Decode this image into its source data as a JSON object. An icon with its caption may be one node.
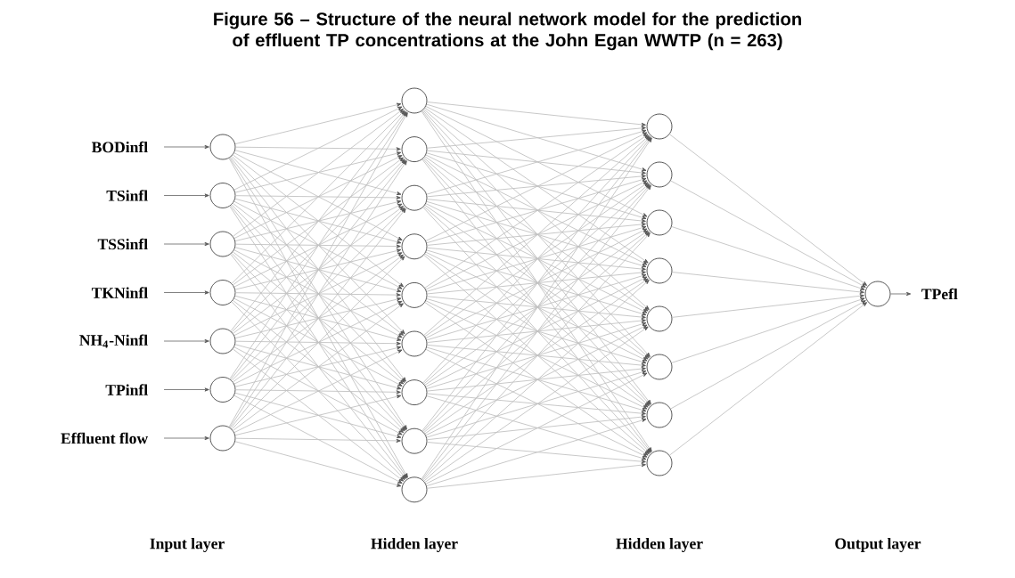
{
  "diagram": {
    "title": "Figure 56 – Structure of the neural network model for the prediction of effluent TP concentrations at the John Egan WWTP (n = 263)",
    "nodes": [
      {
        "text": [
          "BODinfl"
        ]
      },
      {
        "text": [
          "TSinfl"
        ]
      },
      {
        "text": [
          "TSSinfl"
        ]
      },
      {
        "text": [
          "TKNinfl"
        ]
      },
      {
        "text": [
          "NH$_{4}$-Ninfl"
        ]
      },
      {
        "text": [
          "TPinfl"
        ]
      },
      {
        "text": [
          "Effluent flow"
        ]
      },
      {
        "text": [],
        "shape": "circle"
      },
      {
        "text": [],
        "shape": "circle"
      },
      {
        "text": [],
        "shape": "circle"
      },
      {
        "text": [],
        "shape": "circle"
      },
      {
        "text": [],
        "shape": "circle"
      },
      {
        "text": [],
        "shape": "circle"
      },
      {
        "text": [],
        "shape": "circle"
      },
      {
        "text": [],
        "shape": "circle"
      },
      {
        "text": [],
        "shape": "circle"
      },
      {
        "text": [],
        "shape": "circle"
      },
      {
        "text": [],
        "shape": "circle"
      },
      {
        "text": [],
        "shape": "circle"
      },
      {
        "text": [],
        "shape": "circle"
      },
      {
        "text": [],
        "shape": "circle"
      },
      {
        "text": [],
        "shape": "circle"
      },
      {
        "text": [],
        "shape": "circle"
      },
      {
        "text": [],
        "shape": "circle"
      },
      {
        "text": [],
        "shape": "circle"
      },
      {
        "text": [],
        "shape": "circle"
      },
      {
        "text": [],
        "shape": "circle"
      },
      {
        "text": [],
        "shape": "circle"
      },
      {
        "text": [],
        "shape": "circle"
      },
      {
        "text": [],
        "shape": "circle"
      },
      {
        "text": [],
        "shape": "circle"
      },
      {
        "text": [],
        "shape": "circle"
      },
      {
        "text": [
          "TPefl"
        ]
      }
    ],
    "edges": [
      {
        "from": 0,
        "to": 7,
        "arrow": "to",
        "color": "#707070"
      },
      {
        "from": 1,
        "to": 8,
        "arrow": "to",
        "color": "#707070"
      },
      {
        "from": 2,
        "to": 9,
        "arrow": "to",
        "color": "#707070"
      },
      {
        "from": 3,
        "to": 10,
        "arrow": "to",
        "color": "#707070"
      },
      {
        "from": 4,
        "to": 11,
        "arrow": "to",
        "color": "#707070"
      },
      {
        "from": 5,
        "to": 12,
        "arrow": "to",
        "color": "#707070"
      },
      {
        "from": 6,
        "to": 13,
        "arrow": "to",
        "color": "#707070"
      },
      {
        "from": 7,
        "to": 14,
        "arrow": "to"
      },
      {
        "from": 7,
        "to": 15,
        "arrow": "to"
      },
      {
        "from": 7,
        "to": 16,
        "arrow": "to"
      },
      {
        "from": 7,
        "to": 17,
        "arrow": "to"
      },
      {
        "from": 7,
        "to": 18,
        "arrow": "to"
      },
      {
        "from": 7,
        "to": 19,
        "arrow": "to"
      },
      {
        "from": 7,
        "to": 20,
        "arrow": "to"
      },
      {
        "from": 7,
        "to": 21,
        "arrow": "to"
      },
      {
        "from": 7,
        "to": 22,
        "arrow": "to"
      },
      {
        "from": 8,
        "to": 14,
        "arrow": "to"
      },
      {
        "from": 8,
        "to": 15,
        "arrow": "to"
      },
      {
        "from": 8,
        "to": 16,
        "arrow": "to"
      },
      {
        "from": 8,
        "to": 17,
        "arrow": "to"
      },
      {
        "from": 8,
        "to": 18,
        "arrow": "to"
      },
      {
        "from": 8,
        "to": 19,
        "arrow": "to"
      },
      {
        "from": 8,
        "to": 20,
        "arrow": "to"
      },
      {
        "from": 8,
        "to": 21,
        "arrow": "to"
      },
      {
        "from": 8,
        "to": 22,
        "arrow": "to"
      },
      {
        "from": 9,
        "to": 14,
        "arrow": "to"
      },
      {
        "from": 9,
        "to": 15,
        "arrow": "to"
      },
      {
        "from": 9,
        "to": 16,
        "arrow": "to"
      },
      {
        "from": 9,
        "to": 17,
        "arrow": "to"
      },
      {
        "from": 9,
        "to": 18,
        "arrow": "to"
      },
      {
        "from": 9,
        "to": 19,
        "arrow": "to"
      },
      {
        "from": 9,
        "to": 20,
        "arrow": "to"
      },
      {
        "from": 9,
        "to": 21,
        "arrow": "to"
      },
      {
        "from": 9,
        "to": 22,
        "arrow": "to"
      },
      {
        "from": 10,
        "to": 14,
        "arrow": "to"
      },
      {
        "from": 10,
        "to": 15,
        "arrow": "to"
      },
      {
        "from": 10,
        "to": 16,
        "arrow": "to"
      },
      {
        "from": 10,
        "to": 17,
        "arrow": "to"
      },
      {
        "from": 10,
        "to": 18,
        "arrow": "to"
      },
      {
        "from": 10,
        "to": 19,
        "arrow": "to"
      },
      {
        "from": 10,
        "to": 20,
        "arrow": "to"
      },
      {
        "from": 10,
        "to": 21,
        "arrow": "to"
      },
      {
        "from": 10,
        "to": 22,
        "arrow": "to"
      },
      {
        "from": 11,
        "to": 14,
        "arrow": "to"
      },
      {
        "from": 11,
        "to": 15,
        "arrow": "to"
      },
      {
        "from": 11,
        "to": 16,
        "arrow": "to"
      },
      {
        "from": 11,
        "to": 17,
        "arrow": "to"
      },
      {
        "from": 11,
        "to": 18,
        "arrow": "to"
      },
      {
        "from": 11,
        "to": 19,
        "arrow": "to"
      },
      {
        "from": 11,
        "to": 20,
        "arrow": "to"
      },
      {
        "from": 11,
        "to": 21,
        "arrow": "to"
      },
      {
        "from": 11,
        "to": 22,
        "arrow": "to"
      },
      {
        "from": 12,
        "to": 14,
        "arrow": "to"
      },
      {
        "from": 12,
        "to": 15,
        "arrow": "to"
      },
      {
        "from": 12,
        "to": 16,
        "arrow": "to"
      },
      {
        "from": 12,
        "to": 17,
        "arrow": "to"
      },
      {
        "from": 12,
        "to": 18,
        "arrow": "to"
      },
      {
        "from": 12,
        "to": 19,
        "arrow": "to"
      },
      {
        "from": 12,
        "to": 20,
        "arrow": "to"
      },
      {
        "from": 12,
        "to": 21,
        "arrow": "to"
      },
      {
        "from": 12,
        "to": 22,
        "arrow": "to"
      },
      {
        "from": 13,
        "to": 14,
        "arrow": "to"
      },
      {
        "from": 13,
        "to": 15,
        "arrow": "to"
      },
      {
        "from": 13,
        "to": 16,
        "arrow": "to"
      },
      {
        "from": 13,
        "to": 17,
        "arrow": "to"
      },
      {
        "from": 13,
        "to": 18,
        "arrow": "to"
      },
      {
        "from": 13,
        "to": 19,
        "arrow": "to"
      },
      {
        "from": 13,
        "to": 20,
        "arrow": "to"
      },
      {
        "from": 13,
        "to": 21,
        "arrow": "to"
      },
      {
        "from": 13,
        "to": 22,
        "arrow": "to"
      },
      {
        "from": 14,
        "to": 23,
        "arrow": "to"
      },
      {
        "from": 14,
        "to": 24,
        "arrow": "to"
      },
      {
        "from": 14,
        "to": 25,
        "arrow": "to"
      },
      {
        "from": 14,
        "to": 26,
        "arrow": "to"
      },
      {
        "from": 14,
        "to": 27,
        "arrow": "to"
      },
      {
        "from": 14,
        "to": 28,
        "arrow": "to"
      },
      {
        "from": 14,
        "to": 29,
        "arrow": "to"
      },
      {
        "from": 14,
        "to": 30,
        "arrow": "to"
      },
      {
        "from": 15,
        "to": 23,
        "arrow": "to"
      },
      {
        "from": 15,
        "to": 24,
        "arrow": "to"
      },
      {
        "from": 15,
        "to": 25,
        "arrow": "to"
      },
      {
        "from": 15,
        "to": 26,
        "arrow": "to"
      },
      {
        "from": 15,
        "to": 27,
        "arrow": "to"
      },
      {
        "from": 15,
        "to": 28,
        "arrow": "to"
      },
      {
        "from": 15,
        "to": 29,
        "arrow": "to"
      },
      {
        "from": 15,
        "to": 30,
        "arrow": "to"
      },
      {
        "from": 16,
        "to": 23,
        "arrow": "to"
      },
      {
        "from": 16,
        "to": 24,
        "arrow": "to"
      },
      {
        "from": 16,
        "to": 25,
        "arrow": "to"
      },
      {
        "from": 16,
        "to": 26,
        "arrow": "to"
      },
      {
        "from": 16,
        "to": 27,
        "arrow": "to"
      },
      {
        "from": 16,
        "to": 28,
        "arrow": "to"
      },
      {
        "from": 16,
        "to": 29,
        "arrow": "to"
      },
      {
        "from": 16,
        "to": 30,
        "arrow": "to"
      },
      {
        "from": 17,
        "to": 23,
        "arrow": "to"
      },
      {
        "from": 17,
        "to": 24,
        "arrow": "to"
      },
      {
        "from": 17,
        "to": 25,
        "arrow": "to"
      },
      {
        "from": 17,
        "to": 26,
        "arrow": "to"
      },
      {
        "from": 17,
        "to": 27,
        "arrow": "to"
      },
      {
        "from": 17,
        "to": 28,
        "arrow": "to"
      },
      {
        "from": 17,
        "to": 29,
        "arrow": "to"
      },
      {
        "from": 17,
        "to": 30,
        "arrow": "to"
      },
      {
        "from": 18,
        "to": 23,
        "arrow": "to"
      },
      {
        "from": 18,
        "to": 24,
        "arrow": "to"
      },
      {
        "from": 18,
        "to": 25,
        "arrow": "to"
      },
      {
        "from": 18,
        "to": 26,
        "arrow": "to"
      },
      {
        "from": 18,
        "to": 27,
        "arrow": "to"
      },
      {
        "from": 18,
        "to": 28,
        "arrow": "to"
      },
      {
        "from": 18,
        "to": 29,
        "arrow": "to"
      },
      {
        "from": 18,
        "to": 30,
        "arrow": "to"
      },
      {
        "from": 19,
        "to": 23,
        "arrow": "to"
      },
      {
        "from": 19,
        "to": 24,
        "arrow": "to"
      },
      {
        "from": 19,
        "to": 25,
        "arrow": "to"
      },
      {
        "from": 19,
        "to": 26,
        "arrow": "to"
      },
      {
        "from": 19,
        "to": 27,
        "arrow": "to"
      },
      {
        "from": 19,
        "to": 28,
        "arrow": "to"
      },
      {
        "from": 19,
        "to": 29,
        "arrow": "to"
      },
      {
        "from": 19,
        "to": 30,
        "arrow": "to"
      },
      {
        "from": 20,
        "to": 23,
        "arrow": "to"
      },
      {
        "from": 20,
        "to": 24,
        "arrow": "to"
      },
      {
        "from": 20,
        "to": 25,
        "arrow": "to"
      },
      {
        "from": 20,
        "to": 26,
        "arrow": "to"
      },
      {
        "from": 20,
        "to": 27,
        "arrow": "to"
      },
      {
        "from": 20,
        "to": 28,
        "arrow": "to"
      },
      {
        "from": 20,
        "to": 29,
        "arrow": "to"
      },
      {
        "from": 20,
        "to": 30,
        "arrow": "to"
      },
      {
        "from": 21,
        "to": 23,
        "arrow": "to"
      },
      {
        "from": 21,
        "to": 24,
        "arrow": "to"
      },
      {
        "from": 21,
        "to": 25,
        "arrow": "to"
      },
      {
        "from": 21,
        "to": 26,
        "arrow": "to"
      },
      {
        "from": 21,
        "to": 27,
        "arrow": "to"
      },
      {
        "from": 21,
        "to": 28,
        "arrow": "to"
      },
      {
        "from": 21,
        "to": 29,
        "arrow": "to"
      },
      {
        "from": 21,
        "to": 30,
        "arrow": "to"
      },
      {
        "from": 22,
        "to": 23,
        "arrow": "to"
      },
      {
        "from": 22,
        "to": 24,
        "arrow": "to"
      },
      {
        "from": 22,
        "to": 25,
        "arrow": "to"
      },
      {
        "from": 22,
        "to": 26,
        "arrow": "to"
      },
      {
        "from": 22,
        "to": 27,
        "arrow": "to"
      },
      {
        "from": 22,
        "to": 28,
        "arrow": "to"
      },
      {
        "from": 22,
        "to": 29,
        "arrow": "to"
      },
      {
        "from": 22,
        "to": 30,
        "arrow": "to"
      },
      {
        "from": 23,
        "to": 31,
        "arrow": "to"
      },
      {
        "from": 24,
        "to": 31,
        "arrow": "to"
      },
      {
        "from": 25,
        "to": 31,
        "arrow": "to"
      },
      {
        "from": 26,
        "to": 31,
        "arrow": "to"
      },
      {
        "from": 27,
        "to": 31,
        "arrow": "to"
      },
      {
        "from": 28,
        "to": 31,
        "arrow": "to"
      },
      {
        "from": 29,
        "to": 31,
        "arrow": "to"
      },
      {
        "from": 30,
        "to": 31,
        "arrow": "to"
      },
      {
        "from": 31,
        "to": 32,
        "arrow": "to",
        "color": "#707070"
      }
    ],
    "labels": [
      "Input layer",
      "Hidden layer",
      "Hidden layer",
      "Output layer"
    ]
  }
}
